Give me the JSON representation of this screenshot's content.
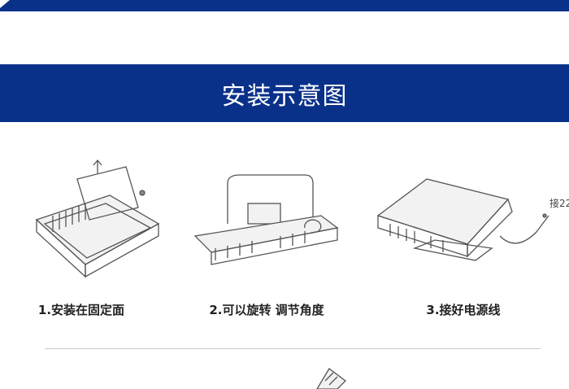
{
  "section_title": "安装示意图",
  "steps": [
    {
      "label": "1.安装在固定面"
    },
    {
      "label": "2.可以旋转 调节角度"
    },
    {
      "label": "3.接好电源线"
    }
  ],
  "wiring_note": "接22",
  "colors": {
    "brand": "#0a318a"
  }
}
